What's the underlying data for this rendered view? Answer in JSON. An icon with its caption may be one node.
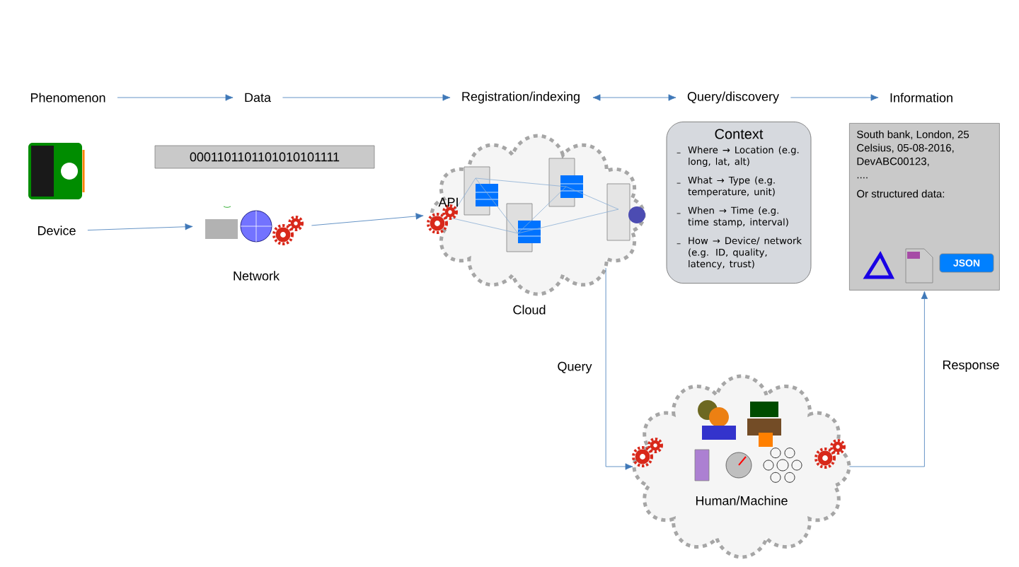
{
  "diagram": {
    "nodes": [
      {
        "text": [
          "Phenomenon"
        ]
      },
      {
        "text": [
          "Data"
        ]
      },
      {
        "text": [
          "Registration/indexing"
        ]
      },
      {
        "text": [
          "Query/discovery"
        ]
      },
      {
        "text": [
          "Information"
        ]
      },
      {
        "text": [
          "0001101101101010101111"
        ]
      },
      {
        "text": [
          "Device"
        ]
      },
      {
        "text": [
          "Network"
        ]
      },
      {
        "text": [
          "API",
          "Cloud"
        ]
      },
      {
        "text": [
          "Context",
          "Where → Location (e.g. long, lat, alt)",
          "What → Type (e.g. temperature, unit)",
          "When → Time (e.g. time stamp, interval)",
          "How → Device/ network (e.g. ID, quality, latency, trust)"
        ]
      },
      {
        "text": [
          "South bank, London, 25 Celsius, 05-08-2016, DevABC00123,",
          "....",
          "Or structured data:",
          "JSON"
        ]
      },
      {
        "text": [
          "Human/Machine"
        ]
      }
    ],
    "edges": [
      {
        "from": 0,
        "to": 1,
        "arrow": "to"
      },
      {
        "from": 1,
        "to": 2,
        "arrow": "to"
      },
      {
        "from": 2,
        "to": 3,
        "arrow": "both"
      },
      {
        "from": 3,
        "to": 4,
        "arrow": "to"
      },
      {
        "from": 6,
        "to": 7,
        "arrow": "to"
      },
      {
        "from": 7,
        "to": 8,
        "arrow": "to"
      },
      {
        "from": 8,
        "to": 11,
        "arrow": "to",
        "label": "Query"
      },
      {
        "from": 11,
        "to": 10,
        "arrow": "to",
        "label": "Response"
      }
    ]
  }
}
